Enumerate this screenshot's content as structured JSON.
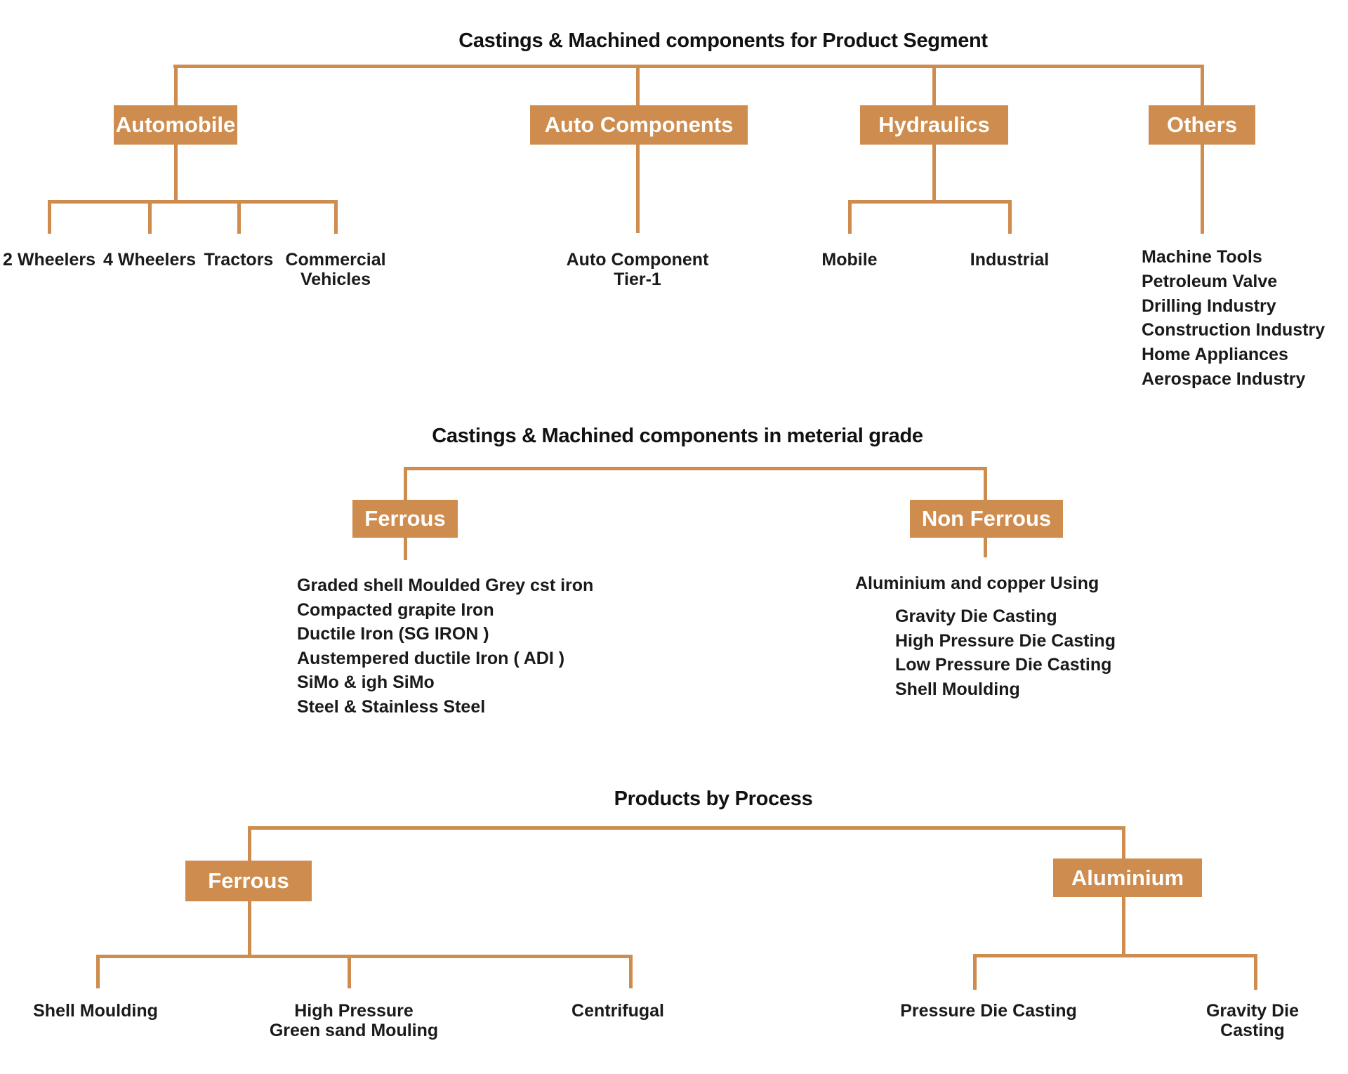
{
  "colors": {
    "accent": "#CE8C4E",
    "box_label": "#FFFFFF",
    "text": "#1A1A1A",
    "background": "#FFFFFF"
  },
  "section1": {
    "title": "Castings & Machined components for Product Segment",
    "branches": {
      "automobile": {
        "label": "Automobile",
        "children": {
          "two_wheelers": "2 Wheelers",
          "four_wheelers": "4 Wheelers",
          "tractors": "Tractors",
          "commercial_vehicles": "Commercial\nVehicles"
        }
      },
      "auto_components": {
        "label": "Auto Components",
        "children": {
          "tier1": "Auto Component\nTier-1"
        }
      },
      "hydraulics": {
        "label": "Hydraulics",
        "children": {
          "mobile": "Mobile",
          "industrial": "Industrial"
        }
      },
      "others": {
        "label": "Others",
        "children": {
          "list": [
            "Machine Tools",
            "Petroleum Valve",
            "Drilling Industry",
            "Construction Industry",
            "Home Appliances",
            "Aerospace Industry"
          ]
        }
      }
    }
  },
  "section2": {
    "title": "Castings & Machined components in meterial grade",
    "ferrous": {
      "label": "Ferrous",
      "items": [
        "Graded shell Moulded Grey cst iron",
        "Compacted grapite Iron",
        "Ductile Iron (SG IRON )",
        "Austempered ductile Iron ( ADI )",
        "SiMo & igh SiMo",
        "Steel & Stainless Steel"
      ]
    },
    "non_ferrous": {
      "label": "Non Ferrous",
      "heading": "Aluminium and copper Using",
      "items": [
        "Gravity Die Casting",
        "High Pressure Die Casting",
        "Low Pressure Die Casting",
        "Shell Moulding"
      ]
    }
  },
  "section3": {
    "title": "Products by Process",
    "ferrous": {
      "label": "Ferrous",
      "children": [
        "Shell Moulding",
        "High Pressure\nGreen sand Mouling",
        "Centrifugal"
      ]
    },
    "aluminium": {
      "label": "Aluminium",
      "children": [
        "Pressure Die Casting",
        "Gravity Die Casting"
      ]
    }
  }
}
